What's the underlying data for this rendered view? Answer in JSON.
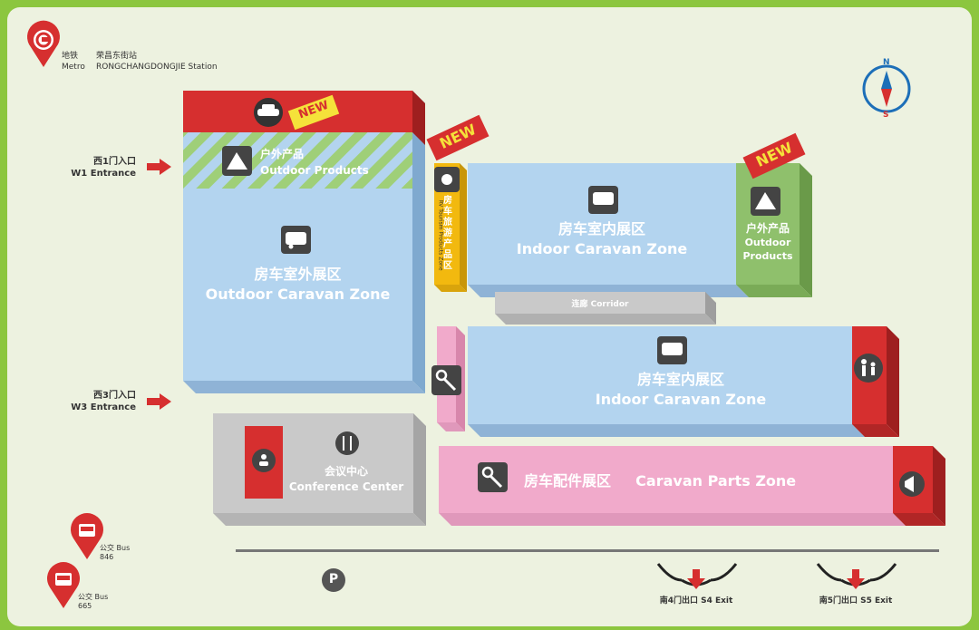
{
  "metro": {
    "label_cn": "地铁",
    "label_en": "Metro",
    "station_cn": "荣昌东街站",
    "station_en": "RONGCHANGDONGJIE Station"
  },
  "compass": {
    "north": "N",
    "south": "S"
  },
  "entrances": [
    {
      "cn": "西1门入口",
      "en": "W1 Entrance"
    },
    {
      "cn": "西3门入口",
      "en": "W3 Entrance"
    }
  ],
  "badges": {
    "new": "NEW"
  },
  "zones": {
    "outdoor_products_top": {
      "cn": "户外产品",
      "en": "Outdoor Products"
    },
    "outdoor_caravan": {
      "cn": "房车室外展区",
      "en": "Outdoor Caravan Zone"
    },
    "rv_tourism": {
      "cn": "房车旅游产品区",
      "en": "RV Tourism Products Zone"
    },
    "indoor_caravan_1": {
      "cn": "房车室内展区",
      "en": "Indoor Caravan Zone"
    },
    "outdoor_products_right": {
      "cn": "户外产品",
      "en": "Outdoor Products"
    },
    "corridor": {
      "label": "连廊 Corridor"
    },
    "indoor_caravan_2": {
      "cn": "房车室内展区",
      "en": "Indoor Caravan Zone"
    },
    "conference": {
      "cn": "会议中心",
      "en": "Conference Center"
    },
    "caravan_parts": {
      "cn": "房车配件展区",
      "en": "Caravan Parts Zone"
    }
  },
  "bus": [
    {
      "label": "公交 Bus",
      "number": "846"
    },
    {
      "label": "公交 Bus",
      "number": "665"
    }
  ],
  "parking": "P",
  "exits": [
    {
      "label": "南4门出口 S4 Exit"
    },
    {
      "label": "南5门出口 S5 Exit"
    }
  ],
  "colors": {
    "background": "#edf2e0",
    "frame": "#8cc63f",
    "blue_zone": "#b3d4ef",
    "red_accent": "#d62f2f",
    "yellow_zone": "#f2b90f",
    "pink_zone": "#f1aacb",
    "green_zone": "#8fc06c",
    "gray_zone": "#c9c9c9",
    "icon_dark": "#444444"
  }
}
